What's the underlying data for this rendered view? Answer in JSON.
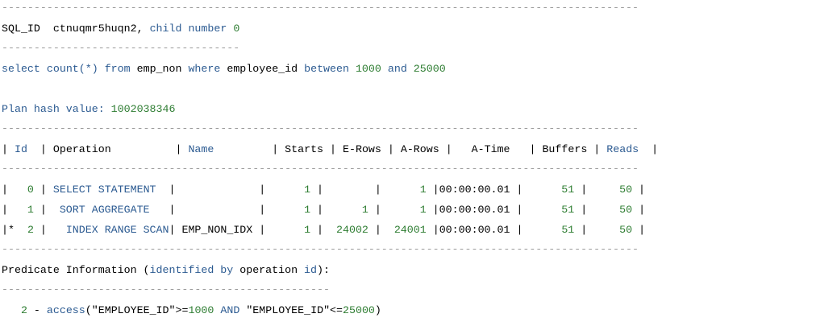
{
  "header": {
    "sql_id_label": "SQL_ID",
    "sql_id_value": "ctnuqmr5huqn2,",
    "child_label": "child number",
    "child_value": "0"
  },
  "query": {
    "kw_select": "select",
    "func": "count(*)",
    "kw_from": "from",
    "table": "emp_non",
    "kw_where": "where",
    "column": "employee_id",
    "kw_between": "between",
    "low": "1000",
    "kw_and": "and",
    "high": "25000"
  },
  "plan": {
    "hash_label": "Plan hash value:",
    "hash_value": "1002038346"
  },
  "table": {
    "columns": [
      "Id",
      "Operation",
      "Name",
      "Starts",
      "E-Rows",
      "A-Rows",
      "A-Time",
      "Buffers",
      "Reads"
    ],
    "rows": [
      {
        "marker": "",
        "id": "0",
        "operation": "SELECT STATEMENT",
        "name": "",
        "starts": "1",
        "erows": "",
        "arows": "1",
        "atime": "00:00:00.01",
        "buffers": "51",
        "reads": "50"
      },
      {
        "marker": "",
        "id": "1",
        "operation": "SORT AGGREGATE",
        "name": "",
        "starts": "1",
        "erows": "1",
        "arows": "1",
        "atime": "00:00:00.01",
        "buffers": "51",
        "reads": "50"
      },
      {
        "marker": "*",
        "id": "2",
        "operation": "INDEX RANGE SCAN",
        "name": "EMP_NON_IDX",
        "starts": "1",
        "erows": "24002",
        "arows": "24001",
        "atime": "00:00:00.01",
        "buffers": "51",
        "reads": "50"
      }
    ]
  },
  "predicate": {
    "title_a": "Predicate Information (",
    "title_kw": "identified by",
    "title_b": " operation ",
    "title_kw2": "id",
    "title_c": "):",
    "num": "2",
    "kw_access": "access",
    "col1": "\"EMPLOYEE_ID\"",
    "op1": ">=",
    "v1": "1000",
    "kw_and": "AND",
    "col2": "\"EMPLOYEE_ID\"",
    "op2": "<=",
    "v2": "25000"
  }
}
